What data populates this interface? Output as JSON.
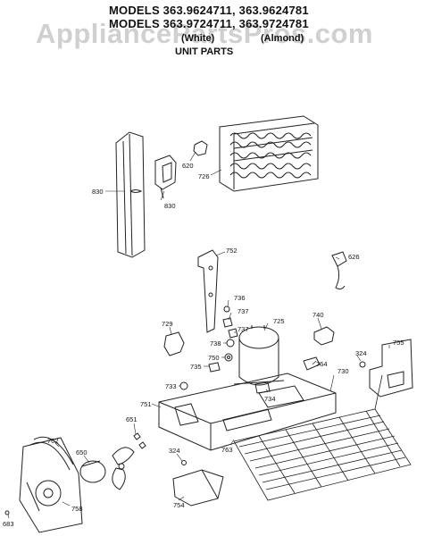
{
  "header": {
    "line1": "MODELS 363.9624711, 363.9624781",
    "line2": "MODELS 363.9724711, 363.9724781",
    "white_label": "(White)",
    "almond_label": "(Almond)",
    "section_title": "UNIT PARTS"
  },
  "watermark": "AppliancePartsPros.com",
  "parts": {
    "p620": "620",
    "p726": "726",
    "p830a": "830",
    "p830b": "830",
    "p752": "752",
    "p626": "626",
    "p736": "736",
    "p737a": "737",
    "p737b": "737",
    "p725": "725",
    "p740": "740",
    "p729": "729",
    "p738": "738",
    "p750": "750",
    "p324a": "324",
    "p755": "755",
    "p735": "735",
    "p764": "764",
    "p730": "730",
    "p733": "733",
    "p734": "734",
    "p751": "751",
    "p651": "651",
    "p763": "763",
    "p762": "762",
    "p650": "650",
    "p324b": "324",
    "p758": "758",
    "p754": "754",
    "p683": "683"
  }
}
